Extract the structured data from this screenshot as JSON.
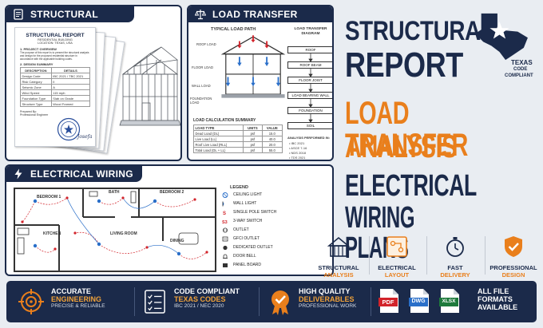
{
  "colors": {
    "navy": "#1b2a4a",
    "orange": "#e97f1c",
    "red": "#d2232a",
    "green": "#1e7a3c",
    "blue": "#2a6fc9"
  },
  "structural_card": {
    "title": "STRUCTURAL REPORT",
    "icon": "document-icon",
    "doc_title": "STRUCTURAL REPORT",
    "doc_sub1": "RESIDENTIAL BUILDING",
    "doc_sub2": "LOCATION: TEXAS, USA",
    "section1": "1. PROJECT OVERVIEW",
    "overview_text": "The purpose of this report is to present the structural analysis and design for the proposed residential structure in accordance with the applicable building codes.",
    "section2": "2. DESIGN SUMMARY",
    "table_headers": [
      "DESCRIPTION",
      "DETAILS"
    ],
    "table_rows": [
      [
        "Design Code",
        "IBC 2021 / TBC 2021"
      ],
      [
        "Risk Category",
        "II"
      ],
      [
        "Seismic Zone",
        "A"
      ],
      [
        "Wind Speed",
        "115 mph"
      ],
      [
        "Foundation Type",
        "Slab on Grade"
      ],
      [
        "Structure Type",
        "Wood Framed"
      ]
    ],
    "prepared_by": "Prepared By:",
    "prepared_name": "Professional Engineer",
    "signature": "Josefa"
  },
  "load_card": {
    "title": "LOAD TRANSFER ANALYSIS",
    "icon": "scale-icon",
    "path_title": "TYPICAL LOAD PATH",
    "labels": [
      "ROOF LOAD",
      "FLOOR LOAD",
      "WALL LOAD",
      "FOUNDATION LOAD"
    ],
    "diagram_title": "LOAD TRANSFER DIAGRAM",
    "flow": [
      "ROOF",
      "ROOF BEAM",
      "FLOOR JOIST",
      "LOAD BEARING WALL",
      "FOUNDATION",
      "SOIL"
    ],
    "calc_title": "LOAD CALCULATION SUMMARY",
    "calc_headers": [
      "LOAD TYPE",
      "UNITS",
      "VALUE"
    ],
    "calc_rows": [
      [
        "Dead Load (DL)",
        "psf",
        "15.0"
      ],
      [
        "Live Load (LL)",
        "psf",
        "40.0"
      ],
      [
        "Roof Live Load (RLL)",
        "psf",
        "20.0"
      ],
      [
        "Total Load (DL + LL)",
        "psf",
        "55.0"
      ]
    ],
    "analysis_title": "ANALYSIS PERFORMED IN:",
    "analysis_items": [
      "• IBC 2021",
      "• ASCE 7-16",
      "• NDS 2018",
      "• TDS 2021"
    ]
  },
  "wiring_card": {
    "title": "ELECTRICAL WIRING PLAN",
    "icon": "lightning-icon",
    "rooms": [
      "BEDROOM 1",
      "BATH",
      "BEDROOM 2",
      "KITCHEN",
      "LIVING ROOM",
      "DINING"
    ],
    "legend_title": "LEGEND",
    "legend": [
      "CEILING LIGHT",
      "WALL LIGHT",
      "SINGLE POLE SWITCH",
      "3-WAY SWITCH",
      "OUTLET",
      "GFCI OUTLET",
      "DEDICATED OUTLET",
      "DOOR BELL",
      "PANEL BOARD"
    ]
  },
  "headline": {
    "line1": "STRUCTURAL",
    "line2": "REPORT",
    "line3": "LOAD TRANSFER",
    "line4": "ANALYSIS",
    "line5": "ELECTRICAL",
    "line6": "WIRING PLANS",
    "texas1": "TEXAS",
    "texas2": "CODE",
    "texas3": "COMPLIANT",
    "icon": "texas-star-icon"
  },
  "services": [
    {
      "l1": "STRUCTURAL",
      "l2": "ANALYSIS",
      "icon": "building-frame-icon"
    },
    {
      "l1": "ELECTRICAL",
      "l2": "LAYOUT",
      "icon": "wiring-icon"
    },
    {
      "l1": "FAST",
      "l2": "DELIVERY",
      "icon": "stopwatch-icon"
    },
    {
      "l1": "PROFESSIONAL",
      "l2": "DESIGN",
      "icon": "badge-check-icon"
    }
  ],
  "bottom": {
    "f1": {
      "t1": "ACCURATE",
      "t2": "ENGINEERING",
      "t3": "PRECISE & RELIABLE",
      "icon": "target-icon"
    },
    "f2": {
      "t1": "CODE COMPLIANT",
      "t2": "TEXAS CODES",
      "t3": "IBC 2021 / NEC 2020",
      "icon": "checklist-icon"
    },
    "f3": {
      "t1": "HIGH QUALITY",
      "t2": "DELIVERABLES",
      "t3": "PROFESSIONAL WORK",
      "icon": "quality-badge-icon"
    },
    "files": [
      "PDF",
      "DWG",
      "XLSX"
    ],
    "f4": {
      "t1": "ALL FILE",
      "t2": "FORMATS",
      "t3": "AVAILABLE"
    }
  }
}
